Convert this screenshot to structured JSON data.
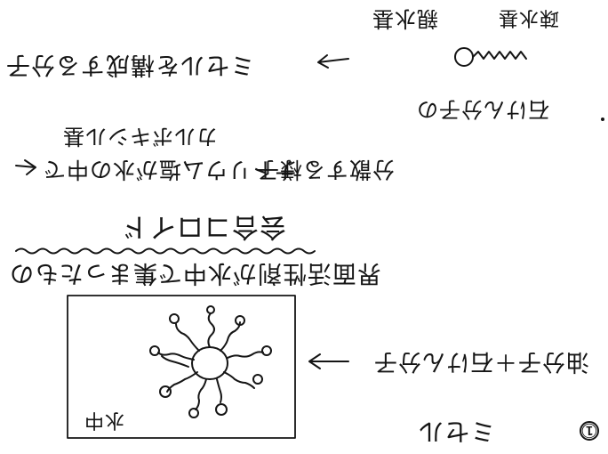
{
  "note": {
    "orientation": "upside-down handwritten scan",
    "ink_color": "#151515",
    "paper_color": "#ffffff",
    "lines": {
      "hydrophilic_label": "親水基",
      "hydrophobic_label": "疎水基",
      "molecule_note": "ミセルを構成する分子",
      "sodium_ion_note": "石けん分子の",
      "carboxyl_note": "カルボキシル基",
      "salt_note": "ナトリウム塩が水の中で",
      "dispersion_note": "分散する様子",
      "colloid_heading": "会合コロイド",
      "colloid_note": "界面活性剤が水中で集まったもの",
      "micelle_note": "油分子＋石けん分子",
      "water_label": "水中",
      "circled_number": "①",
      "bottom_label": "ミセル"
    }
  }
}
